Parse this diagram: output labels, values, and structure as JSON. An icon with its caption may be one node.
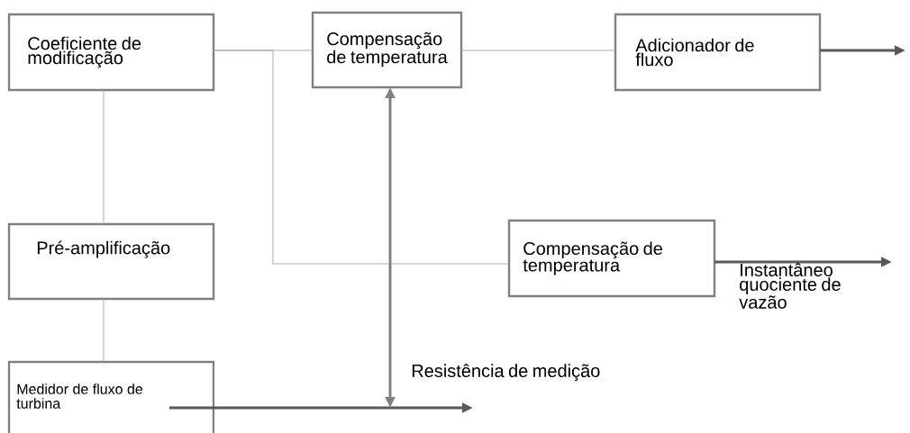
{
  "diagram": {
    "nodes": [
      {
        "text": [
          "Coeficiente de modificação"
        ]
      },
      {
        "text": [
          "Compensação de temperatura"
        ]
      },
      {
        "text": [
          "Adicionador de fluxo"
        ]
      },
      {
        "text": [
          "Pré-amplificação"
        ]
      },
      {
        "text": [
          "Compensação de temperatura"
        ]
      },
      {
        "text": [
          "Medidor de fluxo de turbina"
        ]
      }
    ],
    "edges": [
      {
        "from": 0,
        "to": 1,
        "arrow": "none"
      },
      {
        "from": 1,
        "to": 2,
        "arrow": "none"
      },
      {
        "from": 2,
        "to": null,
        "arrow": "to",
        "style": "thick",
        "color": "#595959"
      },
      {
        "from": 0,
        "to": 3,
        "arrow": "none"
      },
      {
        "from": 3,
        "to": 5,
        "arrow": "none"
      },
      {
        "from": 0,
        "to": 4,
        "arrow": "none"
      },
      {
        "from": 4,
        "to": null,
        "arrow": "to",
        "style": "thick",
        "color": "#595959"
      },
      {
        "from": 5,
        "to": null,
        "arrow": "to",
        "style": "thick",
        "color": "#595959"
      },
      {
        "from": null,
        "to": 1,
        "arrow": "both",
        "style": "thick",
        "color": "#808080"
      }
    ],
    "labels": [
      "Instantâneo quociente de vazão",
      "Resistência de medição"
    ]
  }
}
